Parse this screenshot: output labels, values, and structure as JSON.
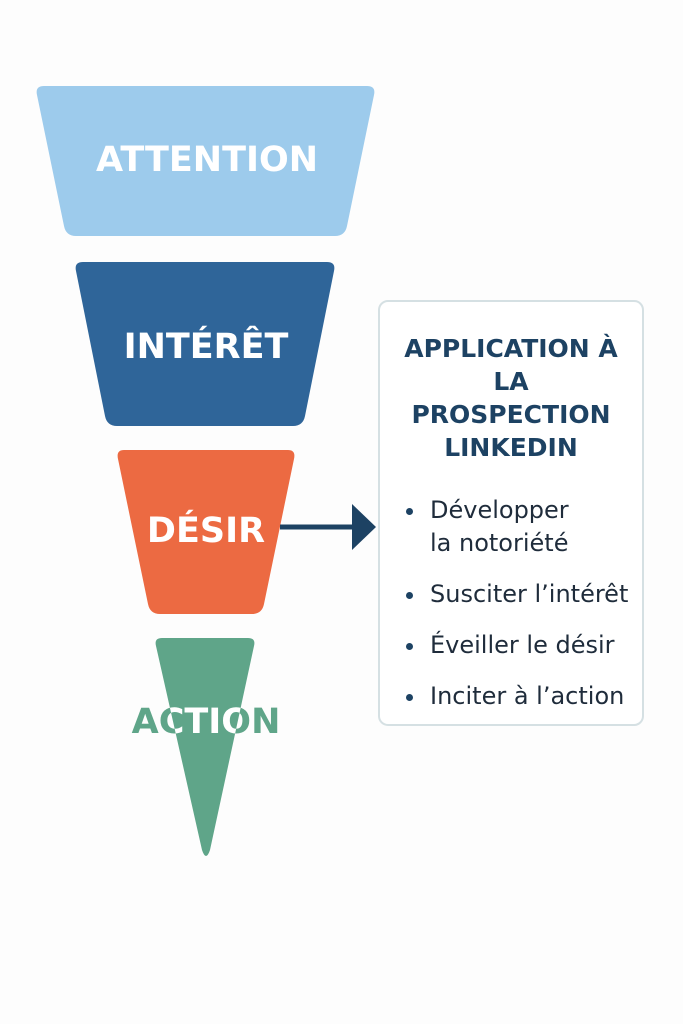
{
  "funnel": {
    "stages": [
      {
        "label": "ATTENTION",
        "color": "#9dcbec",
        "text_color": "#ffffff"
      },
      {
        "label": "INTÉRÊT",
        "color": "#2f6599",
        "text_color": "#ffffff"
      },
      {
        "label": "DÉSIR",
        "color": "#ec6a42",
        "text_color": "#ffffff"
      },
      {
        "label": "ACTION",
        "color": "#5fa589",
        "text_color": "#5fa589"
      }
    ],
    "arrow_color": "#1d4263"
  },
  "panel": {
    "title_lines": [
      "APPLICATION À",
      "LA PROSPECTION",
      "LINKEDIN"
    ],
    "items": [
      {
        "lines": [
          "Développer",
          "la notoriété"
        ]
      },
      {
        "lines": [
          "Susciter l’intérêt"
        ]
      },
      {
        "lines": [
          "Éveiller le désir"
        ]
      },
      {
        "lines": [
          "Inciter à l’action"
        ]
      }
    ],
    "border_color": "#d5e0e3",
    "title_color": "#1d4263"
  }
}
